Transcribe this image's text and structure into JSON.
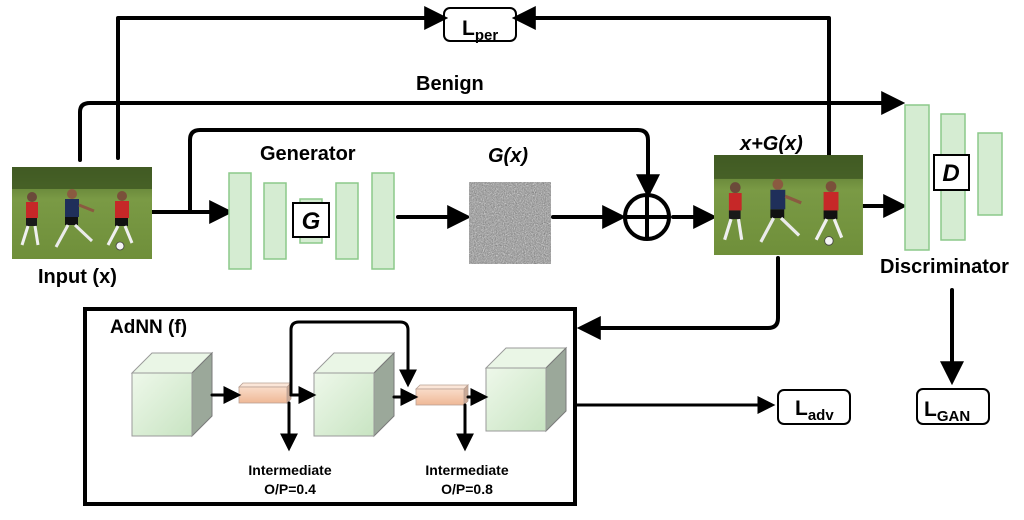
{
  "labels": {
    "benign": "Benign",
    "generator": "Generator",
    "gx": "G(x)",
    "xgx": "x+G(x)",
    "input": "Input (x)",
    "discriminator": "Discriminator",
    "adnn": "AdNN (f)",
    "intermediate1_title": "Intermediate",
    "intermediate1_value": "O/P=0.4",
    "intermediate2_title": "Intermediate",
    "intermediate2_value": "O/P=0.8"
  },
  "losses": {
    "per": {
      "main": "L",
      "sub": "per"
    },
    "adv": {
      "main": "L",
      "sub": "adv"
    },
    "gan": {
      "main": "L",
      "sub": "GAN"
    }
  },
  "blocks": {
    "generator_symbol": "G",
    "discriminator_symbol": "D"
  },
  "colors": {
    "block_fill": "#d5ecd2",
    "block_stroke": "#8cc98a",
    "cube_fill": "#dcefd6",
    "connector_fill": "#f6cdb4",
    "arrow": "#000000"
  },
  "icons": {
    "sum": "circle-plus-icon",
    "photo": "soccer-photo-image",
    "noise": "noise-image"
  }
}
